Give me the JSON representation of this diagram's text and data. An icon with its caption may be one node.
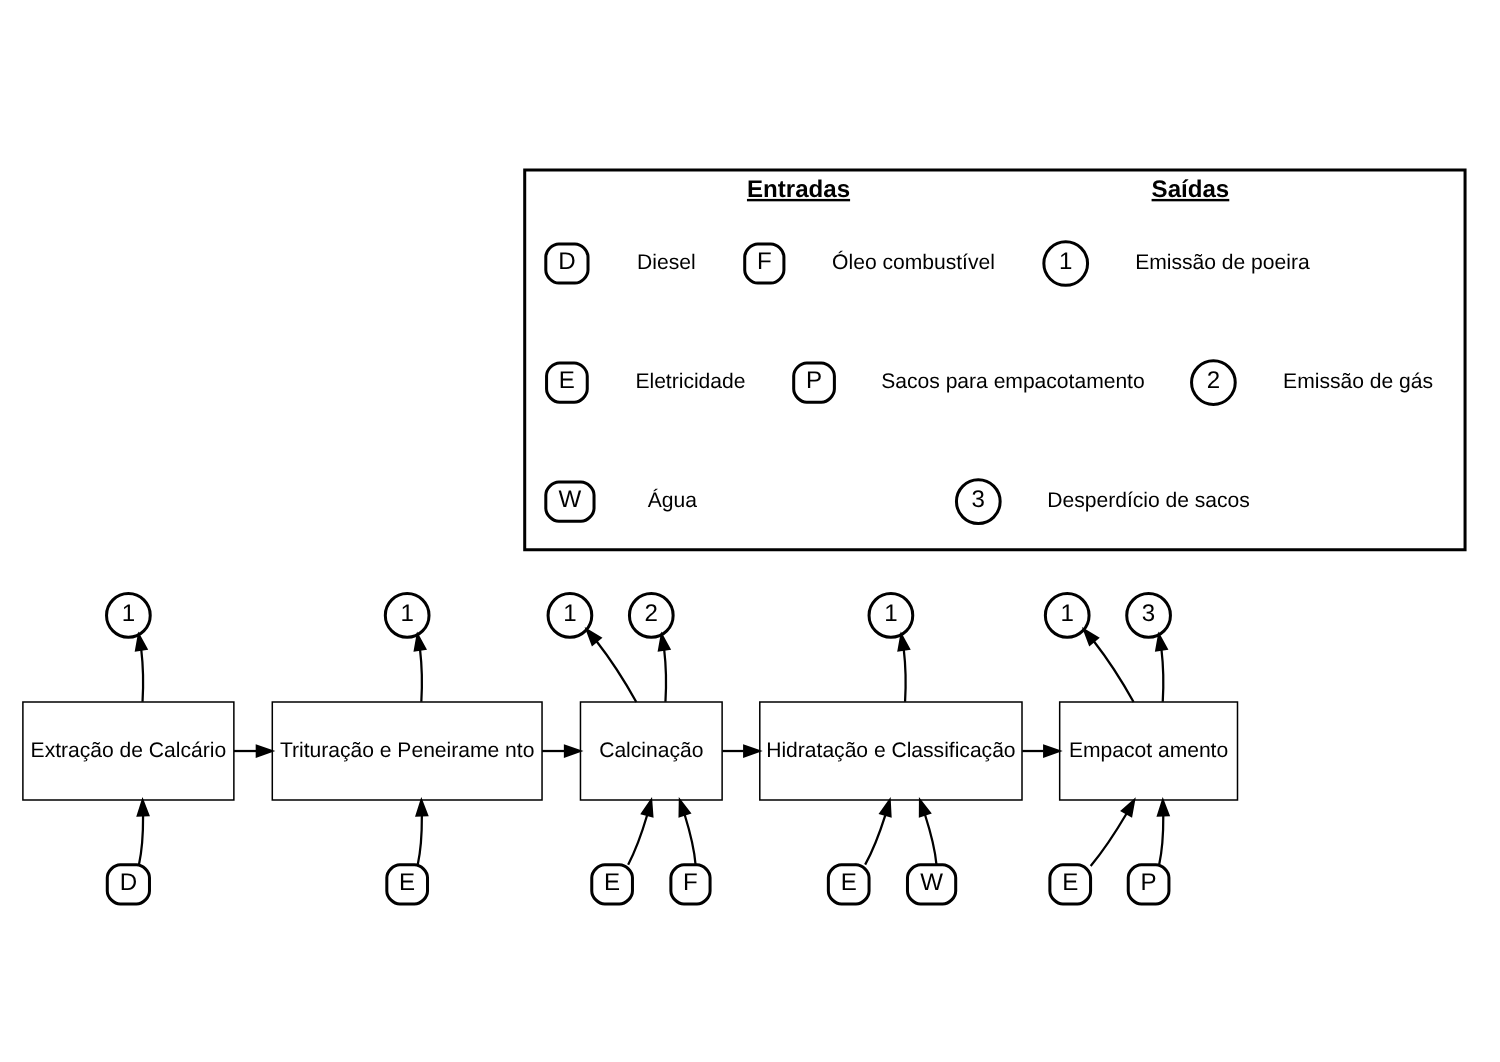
{
  "diagram": {
    "nodes": [
      {
        "text": [
          "Entradas",
          "Saídas"
        ]
      },
      {
        "text": [
          "D"
        ],
        "in": 0,
        "beside": [
          "Diesel"
        ]
      },
      {
        "text": [
          "F"
        ],
        "in": 0,
        "beside": [
          "Óleo combustível"
        ]
      },
      {
        "text": [
          "1"
        ],
        "in": 0,
        "beside": [
          "Emissão de poeira"
        ]
      },
      {
        "text": [
          "E"
        ],
        "in": 0,
        "beside": [
          "Eletricidade"
        ]
      },
      {
        "text": [
          "P"
        ],
        "in": 0,
        "beside": [
          "Sacos para empacotamento"
        ]
      },
      {
        "text": [
          "2"
        ],
        "in": 0,
        "beside": [
          "Emissão de gás"
        ]
      },
      {
        "text": [
          "W"
        ],
        "in": 0,
        "beside": [
          "Água"
        ]
      },
      {
        "text": [
          "3"
        ],
        "in": 0,
        "beside": [
          "Desperdício de sacos"
        ]
      },
      {
        "text": [
          "Extração de Calcário"
        ]
      },
      {
        "text": [
          "Trituração e Peneirame nto"
        ]
      },
      {
        "text": [
          "Calcinação"
        ]
      },
      {
        "text": [
          "Hidratação e Classificação"
        ]
      },
      {
        "text": [
          "Empacot amento"
        ]
      },
      {
        "text": [
          "1"
        ]
      },
      {
        "text": [
          "1"
        ]
      },
      {
        "text": [
          "1"
        ]
      },
      {
        "text": [
          "2"
        ]
      },
      {
        "text": [
          "1"
        ]
      },
      {
        "text": [
          "1"
        ]
      },
      {
        "text": [
          "3"
        ]
      },
      {
        "text": [
          "D"
        ]
      },
      {
        "text": [
          "E"
        ]
      },
      {
        "text": [
          "E"
        ]
      },
      {
        "text": [
          "F"
        ]
      },
      {
        "text": [
          "E"
        ]
      },
      {
        "text": [
          "W"
        ]
      },
      {
        "text": [
          "E"
        ]
      },
      {
        "text": [
          "P"
        ]
      }
    ],
    "edges": [
      {
        "from": 9,
        "to": 10,
        "arrow": "to"
      },
      {
        "from": 10,
        "to": 11,
        "arrow": "to"
      },
      {
        "from": 11,
        "to": 12,
        "arrow": "to"
      },
      {
        "from": 12,
        "to": 13,
        "arrow": "to"
      },
      {
        "from": 9,
        "to": 14,
        "arrow": "to"
      },
      {
        "from": 10,
        "to": 15,
        "arrow": "to"
      },
      {
        "from": 11,
        "to": 16,
        "arrow": "to"
      },
      {
        "from": 11,
        "to": 17,
        "arrow": "to"
      },
      {
        "from": 12,
        "to": 18,
        "arrow": "to"
      },
      {
        "from": 13,
        "to": 19,
        "arrow": "to"
      },
      {
        "from": 13,
        "to": 20,
        "arrow": "to"
      },
      {
        "from": 21,
        "to": 9,
        "arrow": "to"
      },
      {
        "from": 22,
        "to": 10,
        "arrow": "to"
      },
      {
        "from": 23,
        "to": 11,
        "arrow": "to"
      },
      {
        "from": 24,
        "to": 11,
        "arrow": "to"
      },
      {
        "from": 25,
        "to": 12,
        "arrow": "to"
      },
      {
        "from": 26,
        "to": 12,
        "arrow": "to"
      },
      {
        "from": 27,
        "to": 13,
        "arrow": "to"
      },
      {
        "from": 28,
        "to": 13,
        "arrow": "to"
      }
    ]
  }
}
